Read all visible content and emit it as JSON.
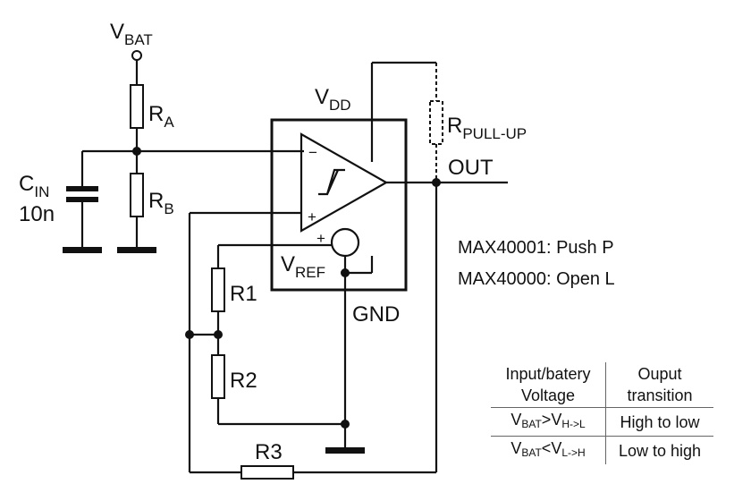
{
  "labels": {
    "vbat": {
      "main": "V",
      "sub": "BAT"
    },
    "ra": {
      "main": "R",
      "sub": "A"
    },
    "rb": {
      "main": "R",
      "sub": "B"
    },
    "cin": {
      "main": "C",
      "sub": "IN",
      "value": "10n"
    },
    "vdd": {
      "main": "V",
      "sub": "DD"
    },
    "rpullup": {
      "main": "R",
      "sub": "PULL-UP"
    },
    "out": "OUT",
    "minus": "−",
    "plus": "+",
    "ref_plus": "+",
    "vref": {
      "main": "V",
      "sub": "REF"
    },
    "r1": "R1",
    "r2": "R2",
    "r3": "R3",
    "gnd": "GND"
  },
  "notes": [
    "MAX40001: Push P",
    "MAX40000: Open L"
  ],
  "table": {
    "headers": [
      [
        "Input/batery",
        "Voltage"
      ],
      [
        "Ouput",
        "transition"
      ]
    ],
    "rows": [
      {
        "cond": {
          "a": "V",
          "a_sub": "BAT",
          "op": ">",
          "b": "V",
          "b_sub": "H->L"
        },
        "result": "High to low"
      },
      {
        "cond": {
          "a": "V",
          "a_sub": "BAT",
          "op": "<",
          "b": "V",
          "b_sub": "L->H"
        },
        "result": "Low to high"
      }
    ]
  }
}
